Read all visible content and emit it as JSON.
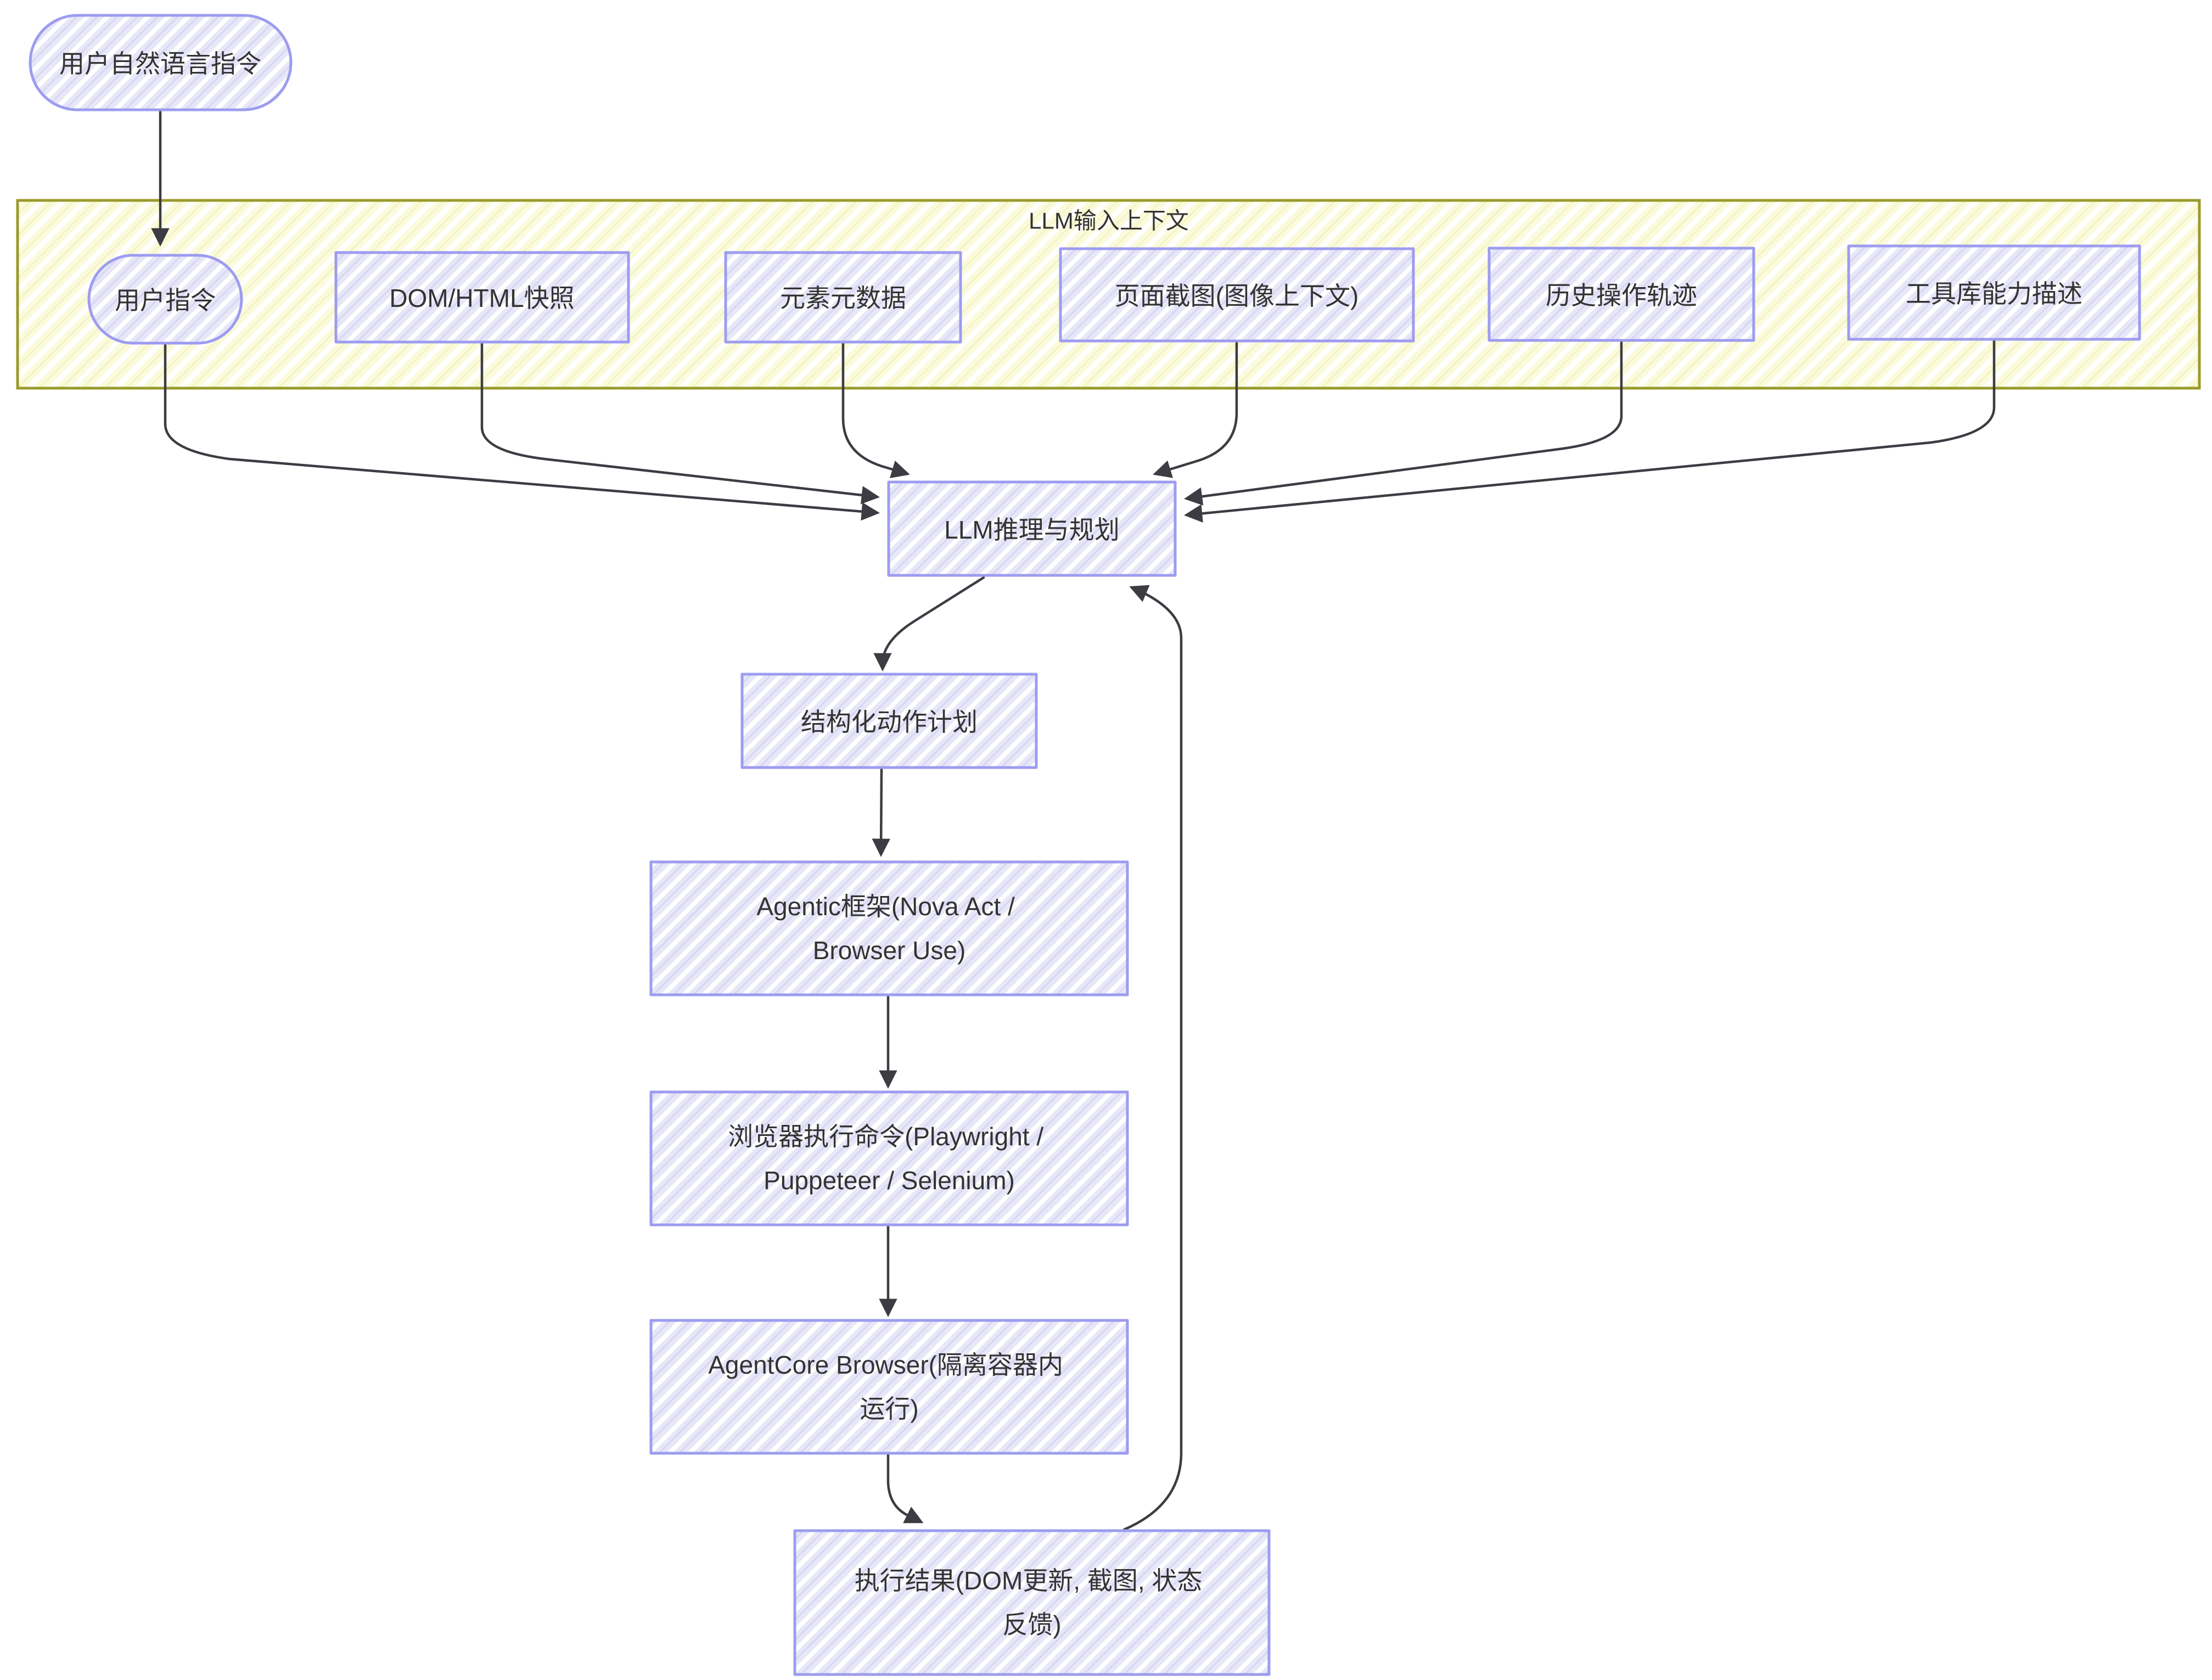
{
  "diagram": {
    "type": "flowchart",
    "container": {
      "title": "LLM输入上下文"
    },
    "nodes": {
      "user_nl_instruction": {
        "label": "用户自然语言指令",
        "shape": "stadium"
      },
      "user_instruction": {
        "label": "用户指令",
        "shape": "stadium"
      },
      "dom_html_snapshot": {
        "label": "DOM/HTML快照",
        "shape": "rect"
      },
      "element_metadata": {
        "label": "元素元数据",
        "shape": "rect"
      },
      "page_screenshot": {
        "label": "页面截图(图像上下文)",
        "shape": "rect"
      },
      "history_trace": {
        "label": "历史操作轨迹",
        "shape": "rect"
      },
      "tool_capability": {
        "label": "工具库能力描述",
        "shape": "rect"
      },
      "llm_reasoning": {
        "label": "LLM推理与规划",
        "shape": "rect"
      },
      "structured_plan": {
        "label": "结构化动作计划",
        "shape": "rect"
      },
      "agentic_framework": {
        "label": "Agentic框架(Nova Act / Browser Use)",
        "lines": [
          "Agentic框架(Nova Act /",
          "Browser Use)"
        ],
        "shape": "rect"
      },
      "browser_commands": {
        "label": "浏览器执行命令(Playwright / Puppeteer / Selenium)",
        "lines": [
          "浏览器执行命令(Playwright /",
          "Puppeteer / Selenium)"
        ],
        "shape": "rect"
      },
      "agentcore_browser": {
        "label": "AgentCore Browser(隔离容器内运行)",
        "lines": [
          "AgentCore Browser(隔离容器内",
          "运行)"
        ],
        "shape": "rect"
      },
      "execution_result": {
        "label": "执行结果(DOM更新, 截图, 状态反馈)",
        "lines": [
          "执行结果(DOM更新, 截图, 状态",
          "反馈)"
        ],
        "shape": "rect"
      }
    },
    "edges": [
      {
        "from": "user_nl_instruction",
        "to": "user_instruction"
      },
      {
        "from": "user_instruction",
        "to": "llm_reasoning"
      },
      {
        "from": "dom_html_snapshot",
        "to": "llm_reasoning"
      },
      {
        "from": "element_metadata",
        "to": "llm_reasoning"
      },
      {
        "from": "page_screenshot",
        "to": "llm_reasoning"
      },
      {
        "from": "history_trace",
        "to": "llm_reasoning"
      },
      {
        "from": "tool_capability",
        "to": "llm_reasoning"
      },
      {
        "from": "llm_reasoning",
        "to": "structured_plan"
      },
      {
        "from": "structured_plan",
        "to": "agentic_framework"
      },
      {
        "from": "agentic_framework",
        "to": "browser_commands"
      },
      {
        "from": "browser_commands",
        "to": "agentcore_browser"
      },
      {
        "from": "agentcore_browser",
        "to": "execution_result"
      },
      {
        "from": "execution_result",
        "to": "llm_reasoning"
      }
    ],
    "colors": {
      "node_fill": "#e7e7f8",
      "node_border": "#9d9cf0",
      "container_fill": "#fbfbdc",
      "container_border": "#9a9a2e",
      "arrow": "#3c3c43",
      "text": "#333333",
      "background": "#ffffff"
    }
  }
}
